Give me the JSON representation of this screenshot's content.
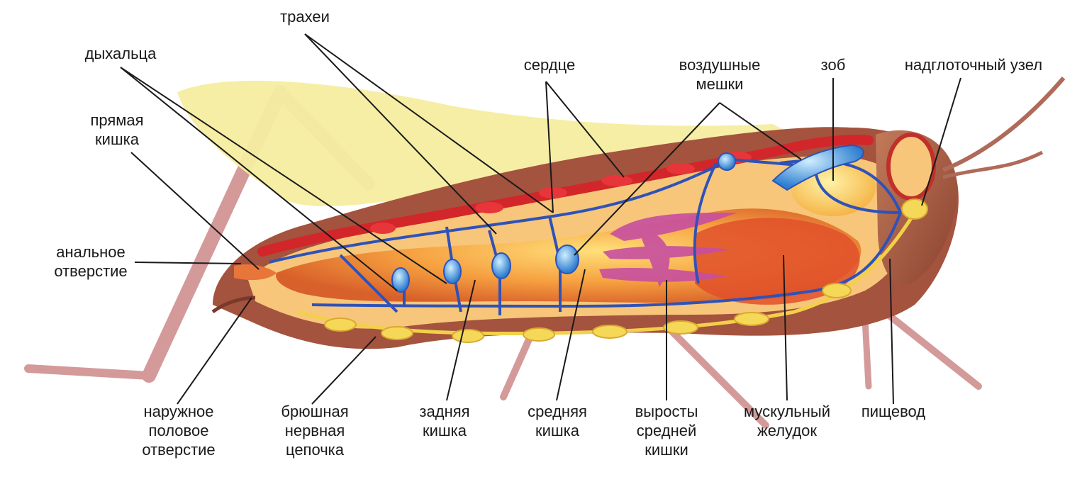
{
  "labels": {
    "trachei": "трахеи",
    "dykhaltsa": "дыхальца",
    "pryamaya_kishka": [
      "прямая",
      "кишка"
    ],
    "analnoe": [
      "анальное",
      "отверстие"
    ],
    "serdtse": "сердце",
    "vozdushnye_meshki": [
      "воздушные",
      "мешки"
    ],
    "zob": "зоб",
    "nadglotochny": "надглоточный узел",
    "naruzhnoe": [
      "наружное",
      "половое",
      "отверстие"
    ],
    "bryushnaya": [
      "брюшная",
      "нервная",
      "цепочка"
    ],
    "zadnyaya": [
      "задняя",
      "кишка"
    ],
    "srednyaya": [
      "средняя",
      "кишка"
    ],
    "vyrosty": [
      "выросты",
      "средней",
      "кишки"
    ],
    "muskulny": [
      "мускульный",
      "желудок"
    ],
    "pishchevod": "пищевод"
  },
  "colors": {
    "wing": "#f6eda0",
    "body_outer": "#9a4a3a",
    "body_inner": "#f2a24a",
    "heart": "#d2262a",
    "trachea": "#2f52b8",
    "air_sac": "#4fa6e0",
    "nerve": "#f2d04a",
    "caeca": "#c74fa0",
    "leg": "#d49a9a"
  }
}
